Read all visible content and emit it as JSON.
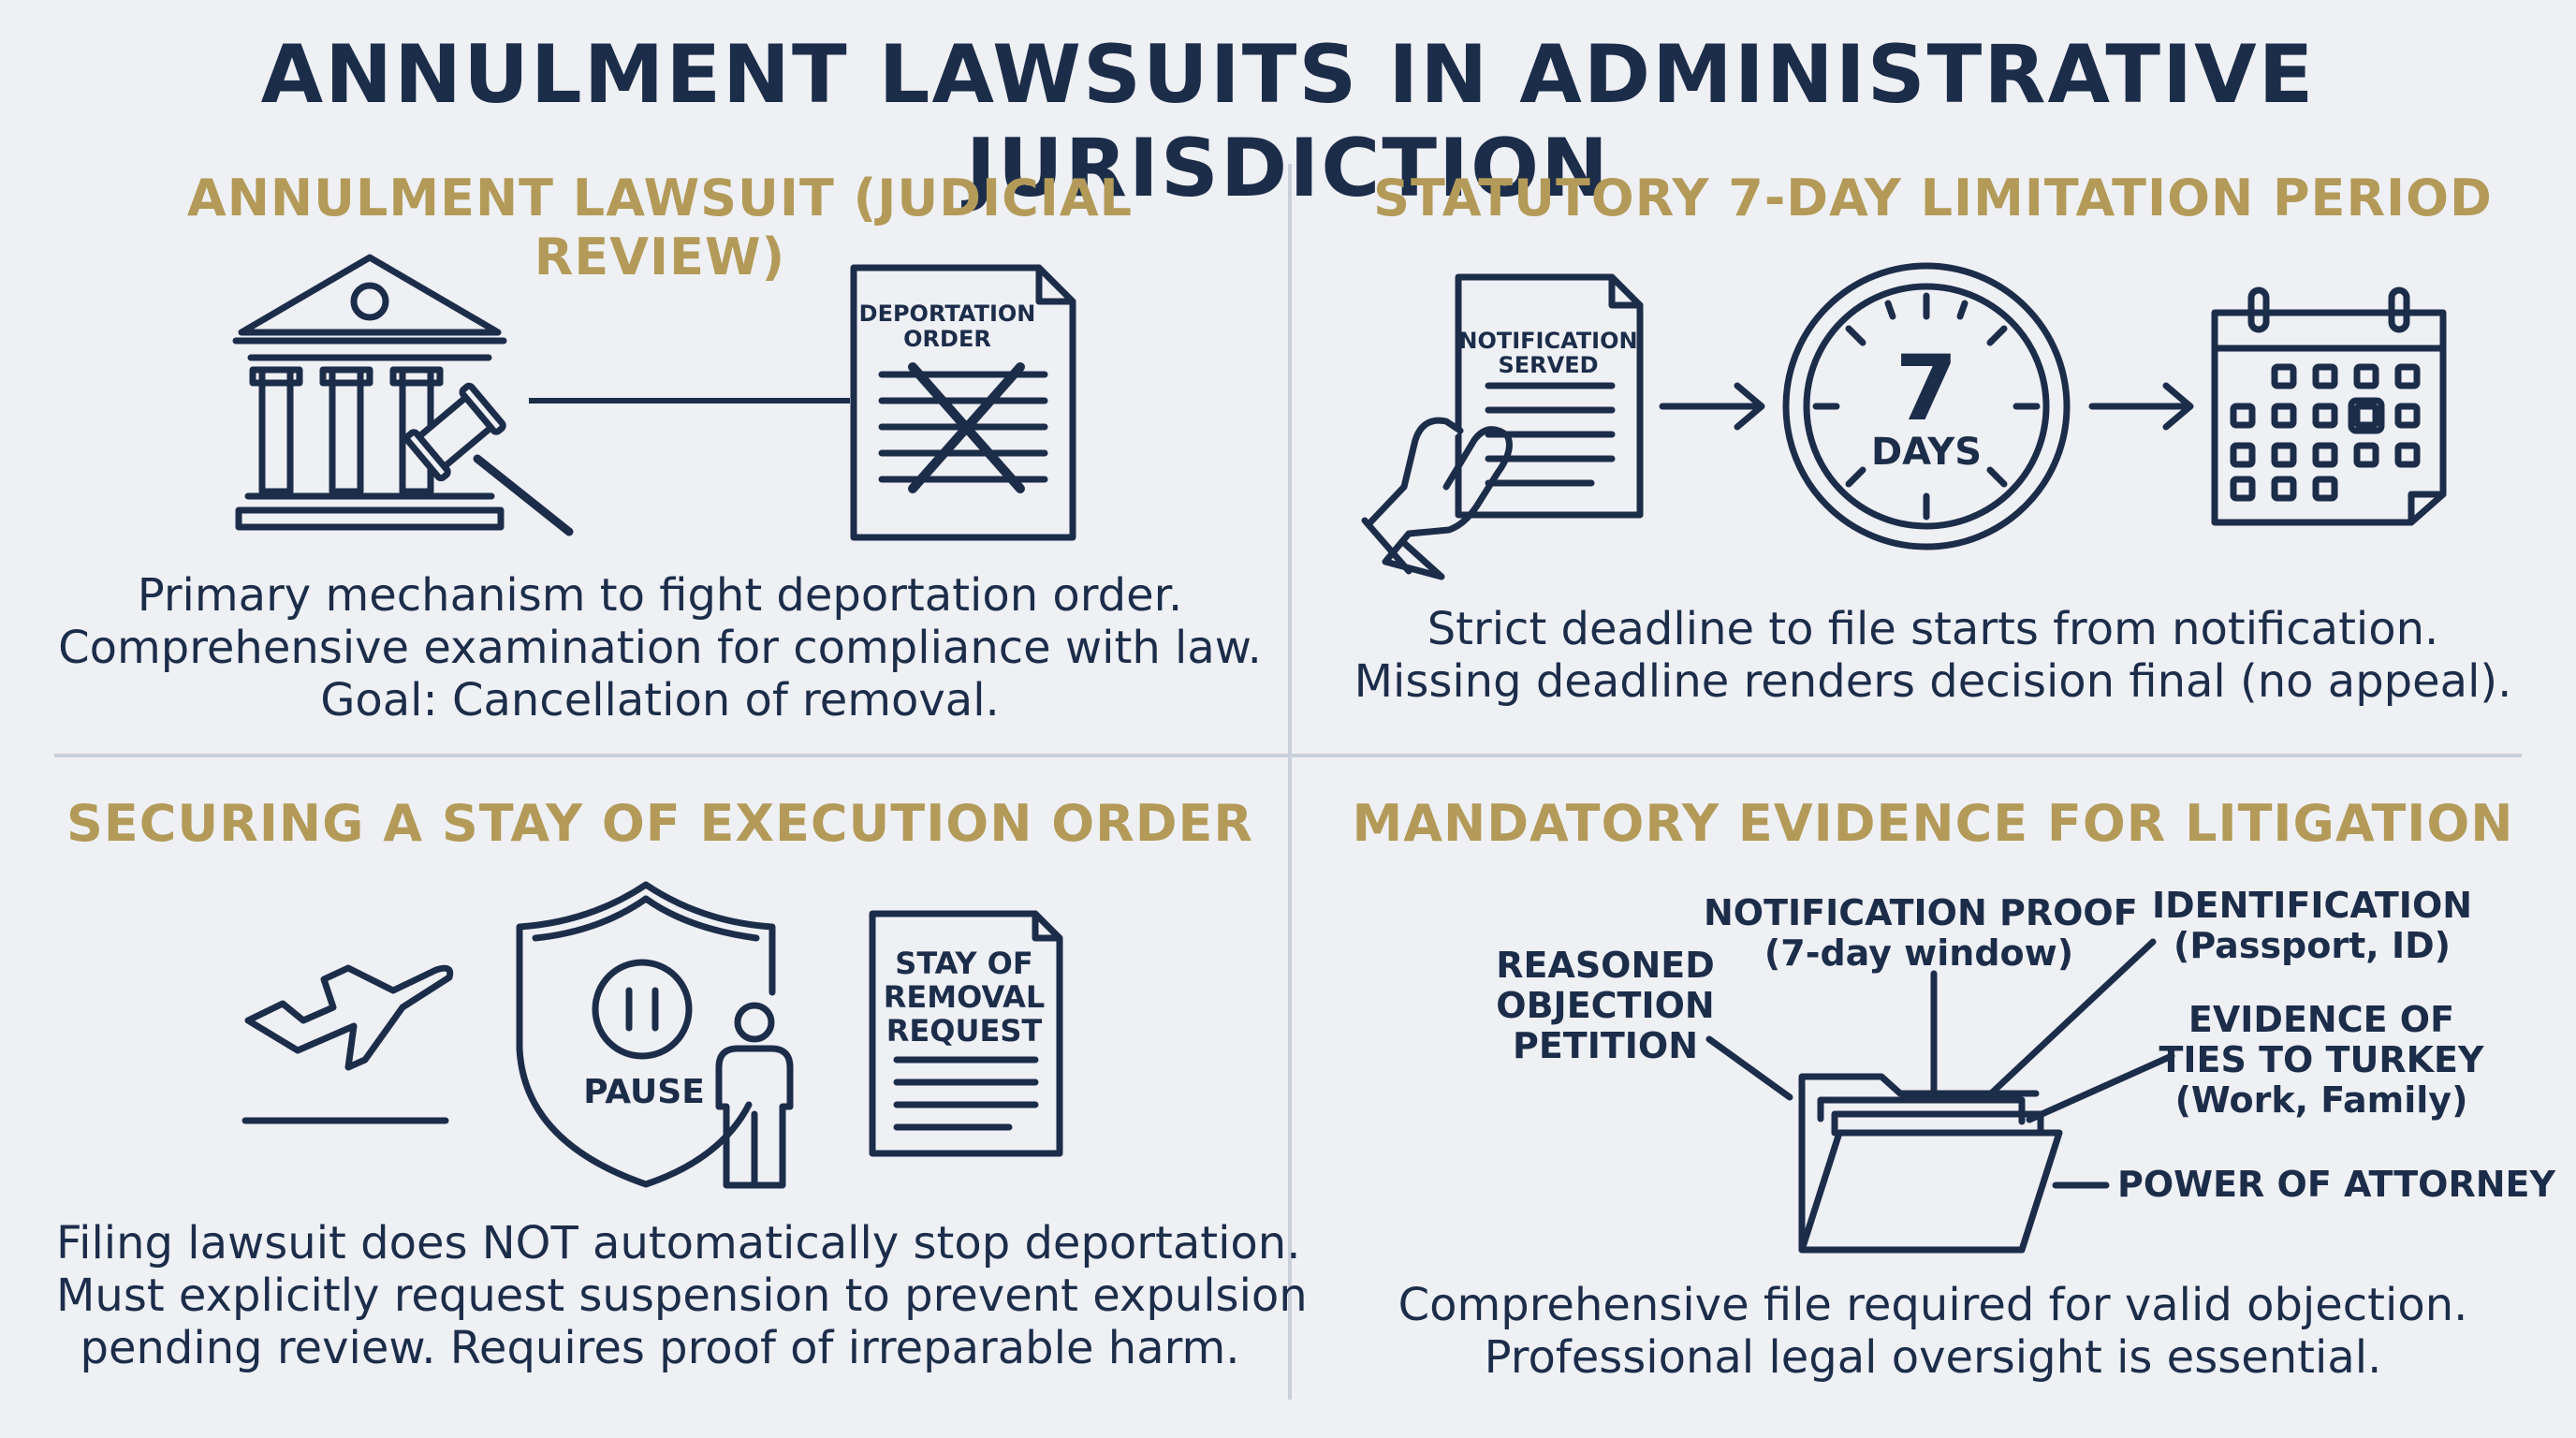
{
  "title": "ANNULMENT LAWSUITS IN ADMINISTRATIVE JURISDICTION",
  "panels": {
    "annulment": {
      "title": "ANNULMENT LAWSUIT (JUDICIAL REVIEW)",
      "doc_label_1": "DEPORTATION",
      "doc_label_2": "ORDER",
      "lines": [
        "Primary mechanism to fight deportation order.",
        "Comprehensive examination for compliance with law.",
        "Goal: Cancellation of removal."
      ],
      "icons": [
        "courthouse-icon",
        "gavel-icon",
        "deportation-order-icon"
      ]
    },
    "limitation": {
      "title": "STATUTORY 7-DAY LIMITATION PERIOD",
      "doc_label_1": "NOTIFICATION",
      "doc_label_2": "SERVED",
      "clock_number": "7",
      "clock_unit": "DAYS",
      "lines": [
        "Strict deadline to file starts from notification.",
        "Missing deadline renders decision final (no appeal)."
      ],
      "icons": [
        "hand-document-icon",
        "arrow-right-icon",
        "clock-icon",
        "calendar-icon"
      ]
    },
    "stay": {
      "title": "SECURING A STAY OF EXECUTION ORDER",
      "pause_label": "PAUSE",
      "doc_label_1": "STAY OF",
      "doc_label_2": "REMOVAL",
      "doc_label_3": "REQUEST",
      "lines": [
        "Filing lawsuit does NOT automatically stop deportation.",
        "Must explicitly request suspension to prevent expulsion",
        "pending review. Requires proof of irreparable harm."
      ],
      "icons": [
        "airplane-takeoff-icon",
        "shield-pause-icon",
        "person-icon",
        "document-icon"
      ]
    },
    "evidence": {
      "title": "MANDATORY EVIDENCE FOR LITIGATION",
      "items": {
        "notification_1": "NOTIFICATION PROOF",
        "notification_2": "(7-day window)",
        "identification_1": "IDENTIFICATION",
        "identification_2": "(Passport, ID)",
        "reasoned_1": "REASONED",
        "reasoned_2": "OBJECTION",
        "reasoned_3": "PETITION",
        "ties_1": "EVIDENCE OF",
        "ties_2": "TIES TO TURKEY",
        "ties_3": "(Work, Family)",
        "poa": "POWER OF ATTORNEY"
      },
      "lines": [
        "Comprehensive file required for valid objection.",
        "Professional legal oversight is essential."
      ],
      "icons": [
        "folder-icon"
      ]
    }
  },
  "colors": {
    "navy": "#1c2d4a",
    "gold": "#b39a58",
    "background": "#eef0f4",
    "divider": "#c9d0db"
  }
}
